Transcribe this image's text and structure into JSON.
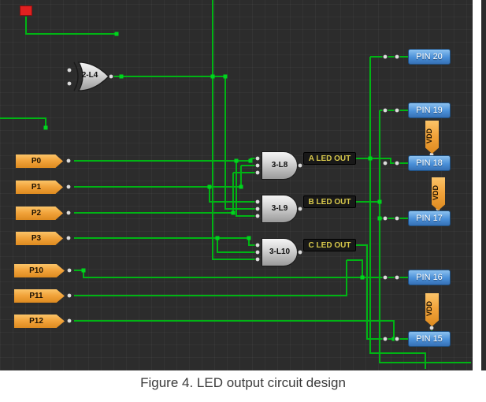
{
  "caption": "Figure 4. LED output circuit design",
  "inputs": [
    {
      "label": "P0"
    },
    {
      "label": "P1"
    },
    {
      "label": "P2"
    },
    {
      "label": "P3"
    },
    {
      "label": "P10"
    },
    {
      "label": "P11"
    },
    {
      "label": "P12"
    }
  ],
  "gates": [
    {
      "label": "2-L4",
      "type": "xor"
    },
    {
      "label": "3-L8",
      "type": "and"
    },
    {
      "label": "3-L9",
      "type": "and"
    },
    {
      "label": "3-L10",
      "type": "and"
    }
  ],
  "outputs": [
    {
      "label": "A LED OUT"
    },
    {
      "label": "B LED OUT"
    },
    {
      "label": "C LED OUT"
    }
  ],
  "pins": [
    {
      "label": "PIN 20"
    },
    {
      "label": "PIN 19"
    },
    {
      "label": "PIN 18"
    },
    {
      "label": "PIN 17"
    },
    {
      "label": "PIN 16"
    },
    {
      "label": "PIN 15"
    }
  ],
  "power": [
    {
      "label": "VDD"
    },
    {
      "label": "VDD"
    },
    {
      "label": "VDD"
    }
  ],
  "colors": {
    "wire": "#00b414",
    "junction": "#00d41e",
    "canvas": "#2c2c2c",
    "pin_blue": "#4a90d9",
    "tag_orange": "#f2a43c",
    "label_yellow": "#d9c94b",
    "marker_red": "#e02020"
  }
}
